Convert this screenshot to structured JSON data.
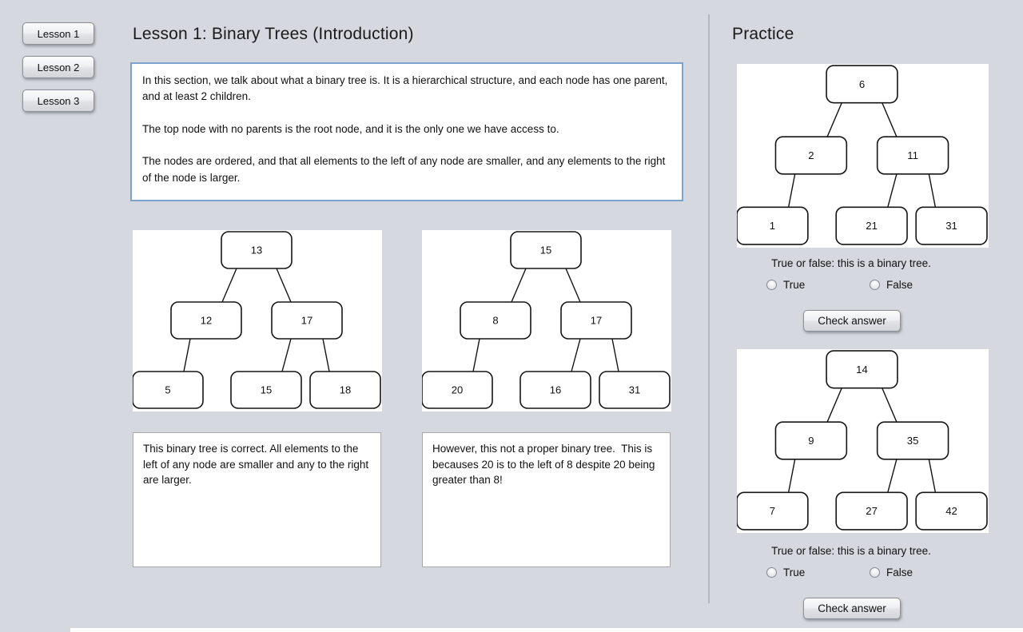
{
  "app": {
    "background": "#d5d8de",
    "accent_border": "#7da2ce",
    "divider_color": "#b4b7be"
  },
  "sidebar": {
    "buttons": [
      {
        "label": "Lesson 1"
      },
      {
        "label": "Lesson 2"
      },
      {
        "label": "Lesson 3"
      }
    ]
  },
  "lesson": {
    "title": "Lesson 1: Binary Trees (Introduction)",
    "intro_text": "In this section, we talk about what a binary tree is. It is a hierarchical structure, and each node has one parent, and at least 2 children.\n\nThe top node with no parents is the root node, and it is the only one we have access to.\n\nThe nodes are ordered, and that all elements to the left of any node are smaller, and any elements to the right of the node is larger.",
    "examples": [
      {
        "tree": [
          "13",
          "12",
          "17",
          "5",
          "15",
          "18"
        ],
        "caption": "This binary tree is correct. All elements to the left of any node are smaller and any to the right are larger."
      },
      {
        "tree": [
          "15",
          "8",
          "17",
          "20",
          "16",
          "31"
        ],
        "caption": "However, this not a proper binary tree.  This is becauses 20 is to the left of 8 despite 20 being greater than 8!"
      }
    ]
  },
  "practice": {
    "title": "Practice",
    "questions": [
      {
        "tree": [
          "6",
          "2",
          "11",
          "1",
          "21",
          "31"
        ],
        "prompt": "True or false: this is a binary tree.",
        "options": [
          "True",
          "False"
        ],
        "check_label": "Check answer"
      },
      {
        "tree": [
          "14",
          "9",
          "35",
          "7",
          "27",
          "42"
        ],
        "prompt": "True or false: this is a binary tree.",
        "options": [
          "True",
          "False"
        ],
        "check_label": "Check answer"
      }
    ]
  }
}
